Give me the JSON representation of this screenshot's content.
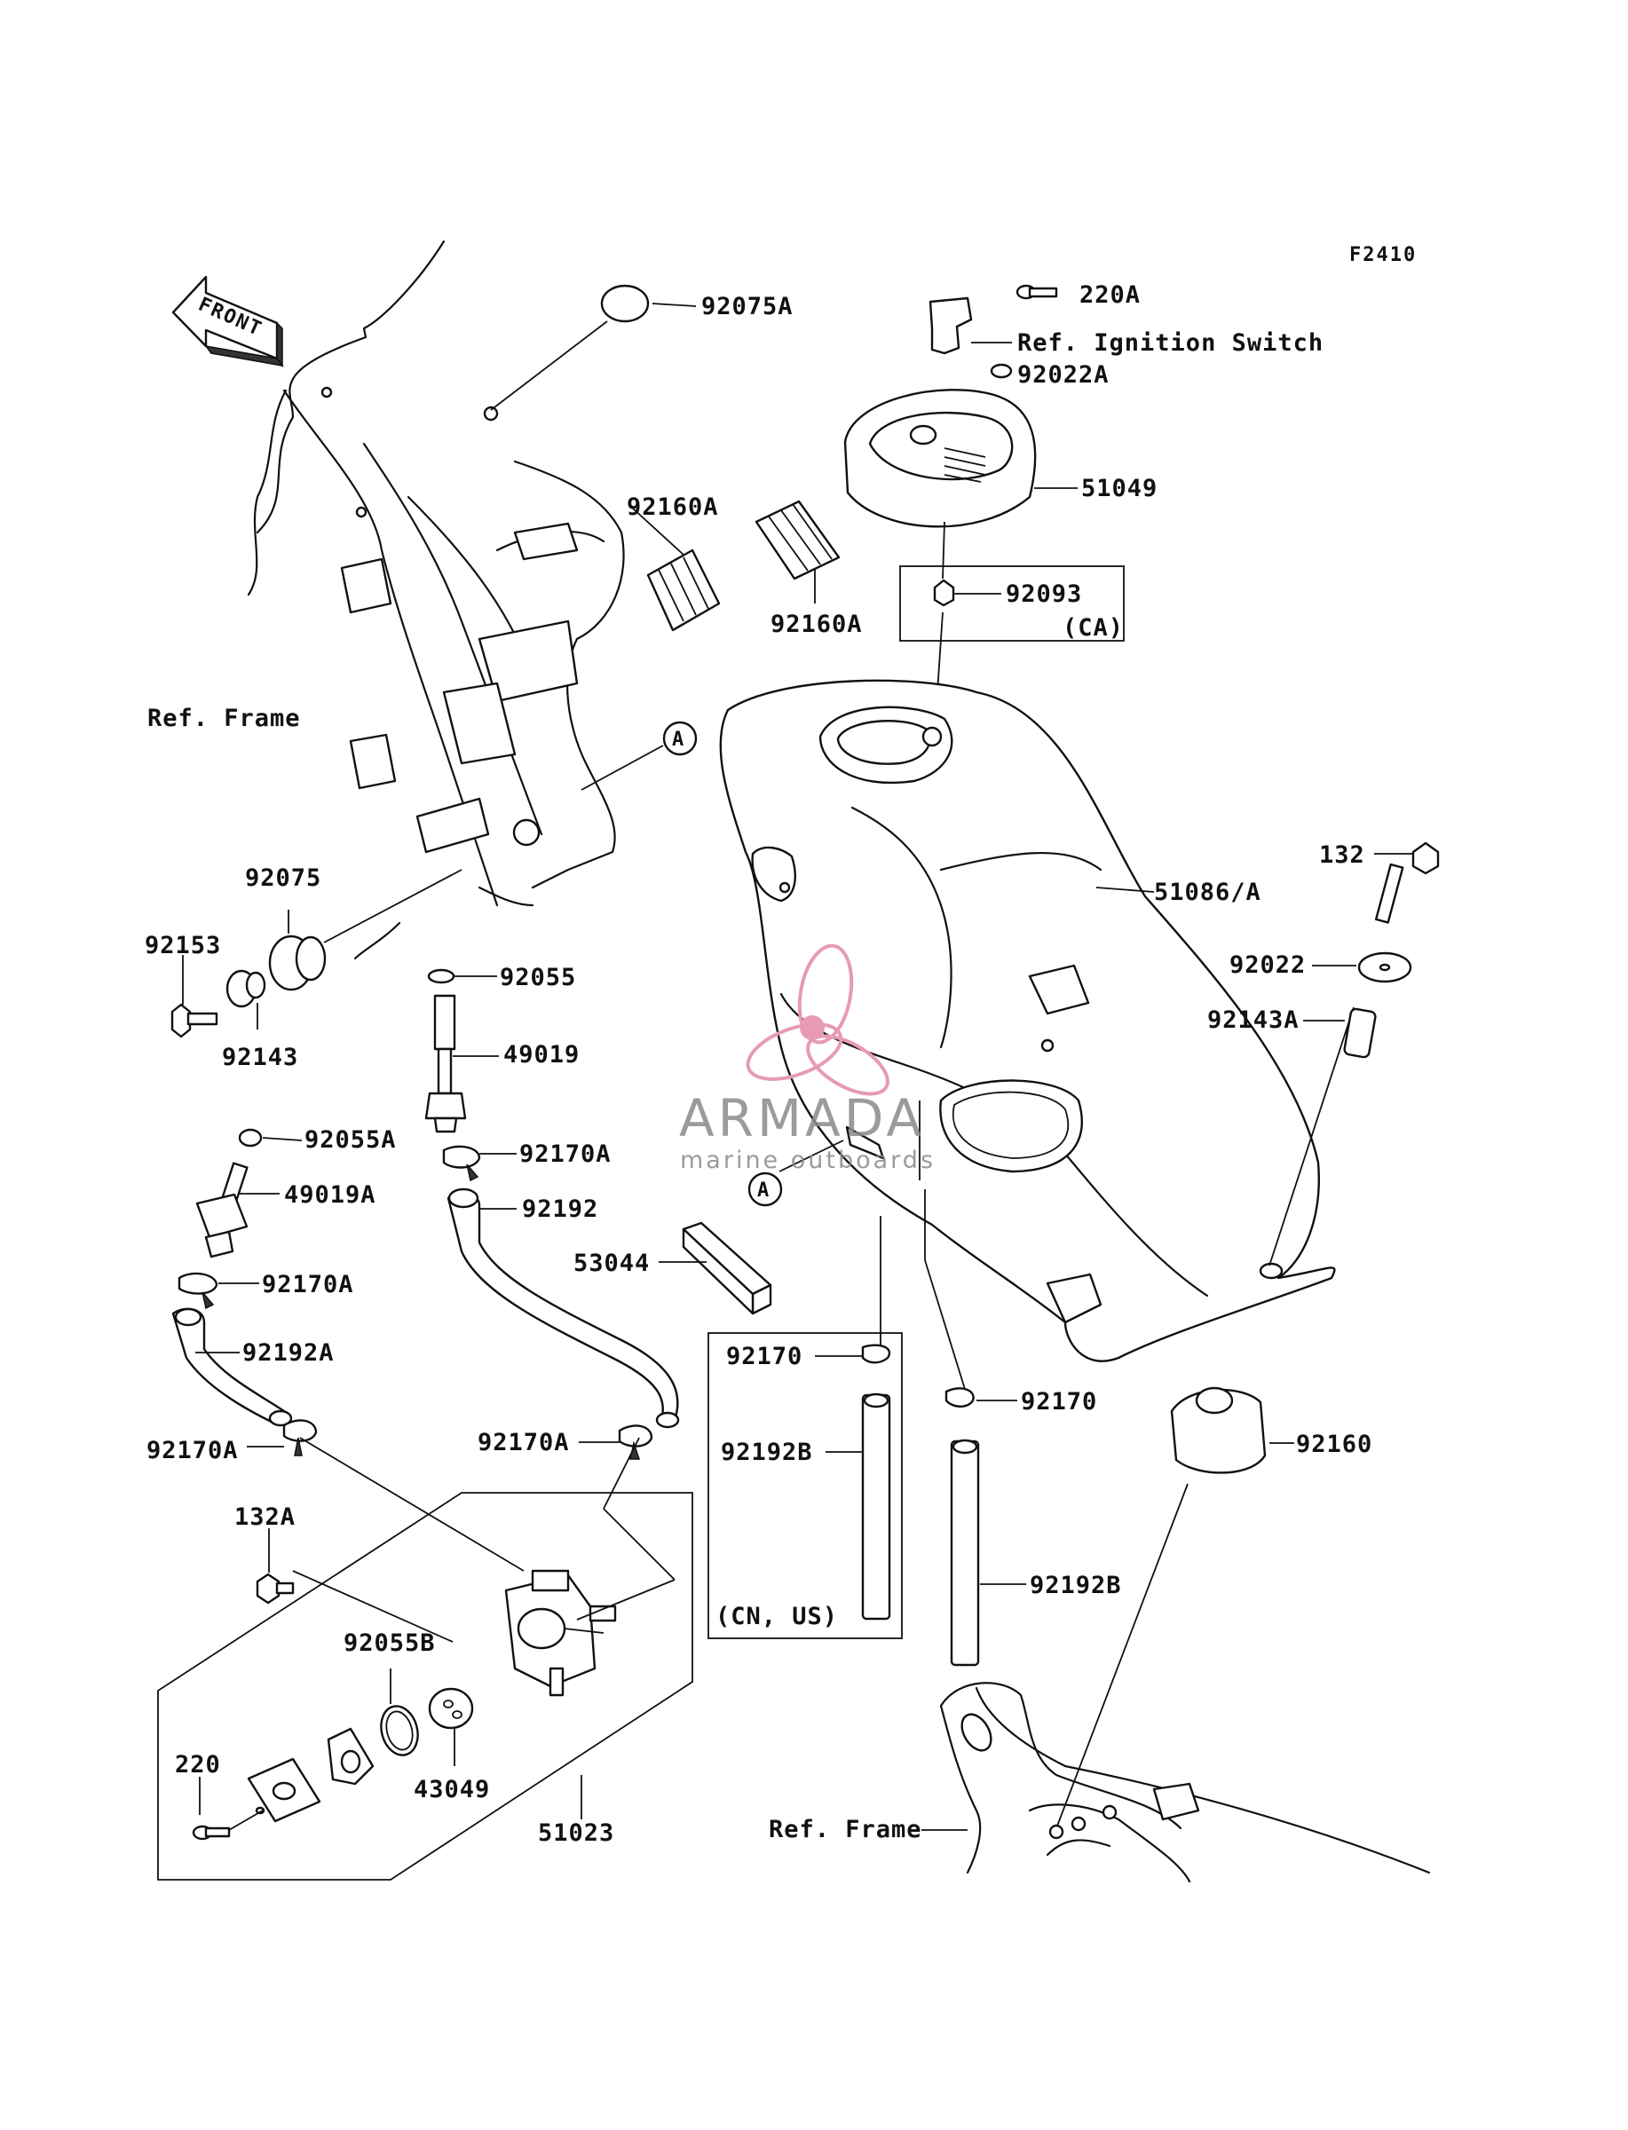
{
  "figure_code": "F2410",
  "front_label": "FRONT",
  "callout_a": "A",
  "watermark": {
    "brand": "ARMADA",
    "tagline": "marine outboards",
    "logo_color": "#e79ab5"
  },
  "labels": {
    "l_92075A": "92075A",
    "l_220A": "220A",
    "l_ref_ignition": "Ref. Ignition Switch",
    "l_92022A": "92022A",
    "l_51049": "51049",
    "l_92160A_a": "92160A",
    "l_92160A_b": "92160A",
    "l_92093": "92093",
    "l_92093_region": "(CA)",
    "l_ref_frame_top": "Ref. Frame",
    "l_132": "132",
    "l_51086A": "51086/A",
    "l_92075": "92075",
    "l_92022": "92022",
    "l_92153": "92153",
    "l_92143": "92143",
    "l_92143A": "92143A",
    "l_92055": "92055",
    "l_49019": "49019",
    "l_92055A": "92055A",
    "l_49019A": "49019A",
    "l_92170A_a": "92170A",
    "l_92192": "92192",
    "l_53044": "53044",
    "l_92170A_b": "92170A",
    "l_92192A": "92192A",
    "l_92170_a": "92170",
    "l_92170_b": "92170",
    "l_92192B_a": "92192B",
    "l_92160": "92160",
    "l_92170A_c": "92170A",
    "l_92170A_d": "92170A",
    "l_132A": "132A",
    "l_92192B_b": "92192B",
    "l_cn_us": "(CN, US)",
    "l_92055B": "92055B",
    "l_220": "220",
    "l_43049": "43049",
    "l_51023": "51023",
    "l_ref_frame_bottom": "Ref. Frame"
  }
}
